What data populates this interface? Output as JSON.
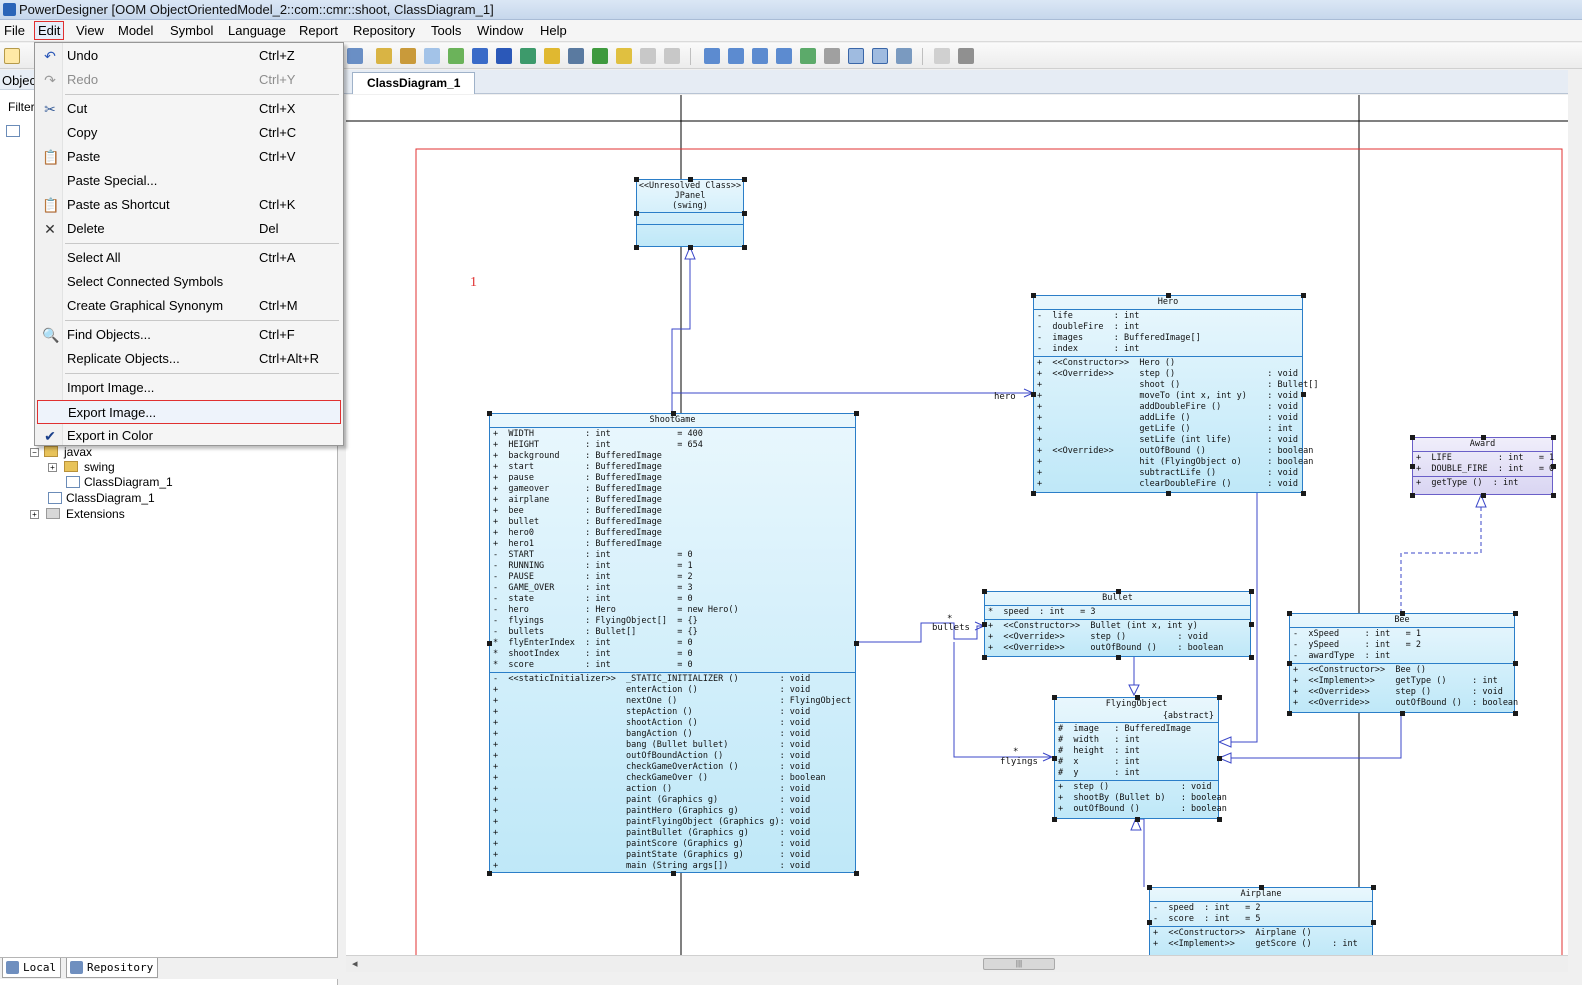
{
  "window": {
    "title": "PowerDesigner [OOM ObjectOrientedModel_2::com::cmr::shoot, ClassDiagram_1]"
  },
  "menubar": {
    "items": [
      "File",
      "Edit",
      "View",
      "Model",
      "Symbol",
      "Language",
      "Report",
      "Repository",
      "Tools",
      "Window",
      "Help"
    ]
  },
  "edit_menu": {
    "items": [
      {
        "label": "Undo",
        "shortcut": "Ctrl+Z",
        "icon": "undo-icon",
        "disabled": false
      },
      {
        "label": "Redo",
        "shortcut": "Ctrl+Y",
        "icon": "redo-icon",
        "disabled": true
      },
      {
        "label": "Cut",
        "shortcut": "Ctrl+X",
        "icon": "cut-icon",
        "disabled": false
      },
      {
        "label": "Copy",
        "shortcut": "Ctrl+C",
        "icon": "",
        "disabled": false
      },
      {
        "label": "Paste",
        "shortcut": "Ctrl+V",
        "icon": "paste-icon",
        "disabled": false
      },
      {
        "label": "Paste Special...",
        "shortcut": "",
        "icon": "",
        "disabled": false
      },
      {
        "label": "Paste as Shortcut",
        "shortcut": "Ctrl+K",
        "icon": "paste-shortcut-icon",
        "disabled": false
      },
      {
        "label": "Delete",
        "shortcut": "Del",
        "icon": "delete-icon",
        "disabled": false
      },
      {
        "label": "Select All",
        "shortcut": "Ctrl+A",
        "icon": "",
        "disabled": false
      },
      {
        "label": "Select Connected Symbols",
        "shortcut": "",
        "icon": "",
        "disabled": false
      },
      {
        "label": "Create Graphical Synonym",
        "shortcut": "Ctrl+M",
        "icon": "",
        "disabled": false
      },
      {
        "label": "Find Objects...",
        "shortcut": "Ctrl+F",
        "icon": "find-icon",
        "disabled": false
      },
      {
        "label": "Replicate Objects...",
        "shortcut": "Ctrl+Alt+R",
        "icon": "",
        "disabled": false
      },
      {
        "label": "Import Image...",
        "shortcut": "",
        "icon": "",
        "disabled": false
      },
      {
        "label": "Export Image...",
        "shortcut": "",
        "icon": "",
        "disabled": false
      },
      {
        "label": "Export in Color",
        "shortcut": "",
        "icon": "check-icon",
        "disabled": false
      }
    ]
  },
  "left_panel": {
    "header": "Objec",
    "filter_label": "Filter:",
    "tree": [
      {
        "label": "javax",
        "kind": "folder"
      },
      {
        "label": "swing",
        "kind": "folder"
      },
      {
        "label": "ClassDiagram_1",
        "kind": "diagram"
      },
      {
        "label": "ClassDiagram_1",
        "kind": "diagram"
      },
      {
        "label": "Extensions",
        "kind": "folder"
      }
    ],
    "tabs": [
      "Local",
      "Repository"
    ]
  },
  "diagram": {
    "tab": "ClassDiagram_1",
    "page_marker": "1",
    "colors": {
      "class_border": "#2b7ec8",
      "class_fill": "#bfe8f8",
      "interface_border": "#6a5fc8",
      "page_border": "#e03030"
    },
    "classes": {
      "jpanel": {
        "name": "<<Unresolved Class>>\nJPanel\n(swing)",
        "lines1": [
          "<<Unresolved Class>>",
          "JPanel",
          "(swing)"
        ]
      },
      "hero": {
        "name": "Hero",
        "attrs": [
          "-  life        : int",
          "-  doubleFire  : int",
          "-  images      : BufferedImage[]",
          "-  index       : int"
        ],
        "ops": [
          "+  <<Constructor>>  Hero ()",
          "+  <<Override>>     step ()                  : void",
          "+                   shoot ()                 : Bullet[]",
          "+                   moveTo (int x, int y)    : void",
          "+                   addDoubleFire ()         : void",
          "+                   addLife ()               : void",
          "+                   getLife ()               : int",
          "+                   setLife (int life)       : void",
          "+  <<Override>>     outOfBound ()            : boolean",
          "+                   hit (FlyingObject o)     : boolean",
          "+                   subtractLife ()          : void",
          "+                   clearDoubleFire ()       : void"
        ]
      },
      "shootgame": {
        "name": "ShootGame",
        "attrs": [
          "+  WIDTH          : int             = 400",
          "+  HEIGHT         : int             = 654",
          "+  background     : BufferedImage",
          "+  start          : BufferedImage",
          "+  pause          : BufferedImage",
          "+  gameover       : BufferedImage",
          "+  airplane       : BufferedImage",
          "+  bee            : BufferedImage",
          "+  bullet         : BufferedImage",
          "+  hero0          : BufferedImage",
          "+  hero1          : BufferedImage",
          "-  START          : int             = 0",
          "-  RUNNING        : int             = 1",
          "-  PAUSE          : int             = 2",
          "-  GAME_OVER      : int             = 3",
          "-  state          : int             = 0",
          "-  hero           : Hero            = new Hero()",
          "-  flyings        : FlyingObject[]  = {}",
          "-  bullets        : Bullet[]        = {}",
          "*  flyEnterIndex  : int             = 0",
          "*  shootIndex     : int             = 0",
          "*  score          : int             = 0"
        ],
        "ops": [
          "-  <<staticInitializer>>  _STATIC_INITIALIZER ()        : void",
          "+                         enterAction ()                : void",
          "+                         nextOne ()                    : FlyingObject",
          "+                         stepAction ()                 : void",
          "+                         shootAction ()                : void",
          "+                         bangAction ()                 : void",
          "+                         bang (Bullet bullet)          : void",
          "+                         outOfBoundAction ()           : void",
          "+                         checkGameOverAction ()        : void",
          "+                         checkGameOver ()              : boolean",
          "+                         action ()                     : void",
          "+                         paint (Graphics g)            : void",
          "+                         paintHero (Graphics g)        : void",
          "+                         paintFlyingObject (Graphics g): void",
          "+                         paintBullet (Graphics g)      : void",
          "+                         paintScore (Graphics g)       : void",
          "+                         paintState (Graphics g)       : void",
          "+                         main (String args[])          : void"
        ]
      },
      "bullet": {
        "name": "Bullet",
        "attrs": [
          "*  speed  : int   = 3"
        ],
        "ops": [
          "+  <<Constructor>>  Bullet (int x, int y)",
          "+  <<Override>>     step ()          : void",
          "+  <<Override>>     outOfBound ()    : boolean"
        ]
      },
      "award": {
        "name": "Award",
        "attrs": [
          "+  LIFE         : int   = 1",
          "+  DOUBLE_FIRE  : int   = 0"
        ],
        "ops": [
          "+  getType ()  : int"
        ]
      },
      "bee": {
        "name": "Bee",
        "attrs": [
          "-  xSpeed     : int   = 1",
          "-  ySpeed     : int   = 2",
          "-  awardType  : int"
        ],
        "ops": [
          "+  <<Constructor>>  Bee ()",
          "+  <<Implement>>    getType ()     : int",
          "+  <<Override>>     step ()        : void",
          "+  <<Override>>     outOfBound ()  : boolean"
        ]
      },
      "flyingobject": {
        "name": "FlyingObject",
        "stereo": "{abstract}",
        "attrs": [
          "#  image   : BufferedImage",
          "#  width   : int",
          "#  height  : int",
          "#  x       : int",
          "#  y       : int"
        ],
        "ops": [
          "+  step ()              : void",
          "+  shootBy (Bullet b)   : boolean",
          "+  outOfBound ()        : boolean"
        ]
      },
      "airplane": {
        "name": "Airplane",
        "attrs": [
          "-  speed  : int   = 2",
          "-  score  : int   = 5"
        ],
        "ops": [
          "+  <<Constructor>>  Airplane ()",
          "+  <<Implement>>    getScore ()    : int"
        ]
      }
    },
    "links": {
      "hero_role": "hero",
      "bullets_role": "bullets",
      "flyings_role": "flyings",
      "multiplicity": "*"
    }
  }
}
